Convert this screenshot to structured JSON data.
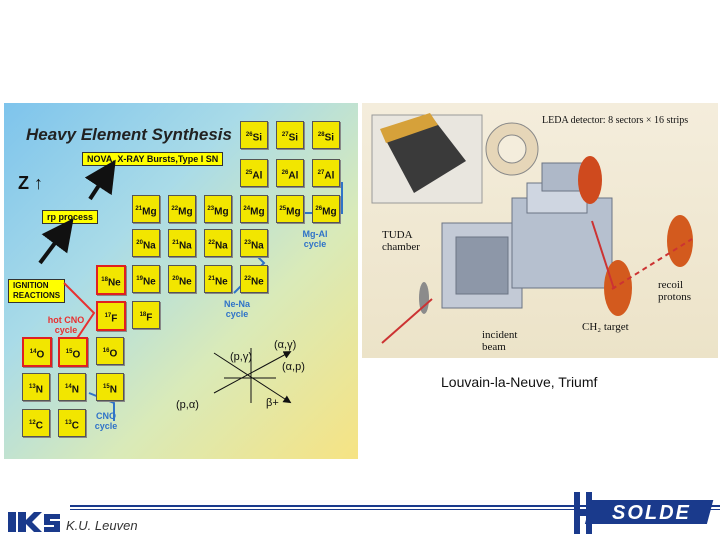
{
  "left": {
    "title": "Heavy Element Synthesis",
    "nova": "NOVA, X-RAY Bursts,Type I SN",
    "rp": "rp process",
    "z": "Z ↑",
    "ignition": "IGNITION\nREACTIONS",
    "hot_cno": "hot CNO\ncycle",
    "ne_na": "Ne-Na\ncycle",
    "mg_al": "Mg-Al\ncycle",
    "cno": "CNO\ncycle",
    "cells": [
      {
        "m": "26",
        "s": "Si"
      },
      {
        "m": "27",
        "s": "Si"
      },
      {
        "m": "28",
        "s": "Si"
      },
      {
        "m": "25",
        "s": "Al"
      },
      {
        "m": "26",
        "s": "Al"
      },
      {
        "m": "27",
        "s": "Al"
      },
      {
        "m": "21",
        "s": "Mg"
      },
      {
        "m": "22",
        "s": "Mg"
      },
      {
        "m": "23",
        "s": "Mg"
      },
      {
        "m": "24",
        "s": "Mg"
      },
      {
        "m": "25",
        "s": "Mg"
      },
      {
        "m": "26",
        "s": "Mg"
      },
      {
        "m": "20",
        "s": "Na"
      },
      {
        "m": "21",
        "s": "Na"
      },
      {
        "m": "22",
        "s": "Na"
      },
      {
        "m": "23",
        "s": "Na"
      },
      {
        "m": "18",
        "s": "Ne"
      },
      {
        "m": "19",
        "s": "Ne"
      },
      {
        "m": "20",
        "s": "Ne"
      },
      {
        "m": "21",
        "s": "Ne"
      },
      {
        "m": "22",
        "s": "Ne"
      },
      {
        "m": "17",
        "s": "F"
      },
      {
        "m": "18",
        "s": "F"
      },
      {
        "m": "14",
        "s": "O"
      },
      {
        "m": "15",
        "s": "O"
      },
      {
        "m": "16",
        "s": "O"
      },
      {
        "m": "13",
        "s": "N"
      },
      {
        "m": "14",
        "s": "N"
      },
      {
        "m": "15",
        "s": "N"
      },
      {
        "m": "12",
        "s": "C"
      },
      {
        "m": "13",
        "s": "C"
      }
    ],
    "reactions": {
      "ag": "(α,γ)",
      "pg": "(p,γ)",
      "ap": "(α,p)",
      "pa": "(p,α)",
      "bp": "β+"
    }
  },
  "right": {
    "leda": "LEDA detector: 8 sectors × 16 strips",
    "tuda": "TUDA\nchamber",
    "recoil": "recoil\nprotons",
    "ch2": "CH₂ target",
    "incident": "incident\nbeam"
  },
  "caption": "Louvain-la-Neuve, Triumf",
  "footer": {
    "institution": "K.U. Leuven",
    "logo_left": "IKS",
    "logo_right": "ISOLDE"
  }
}
